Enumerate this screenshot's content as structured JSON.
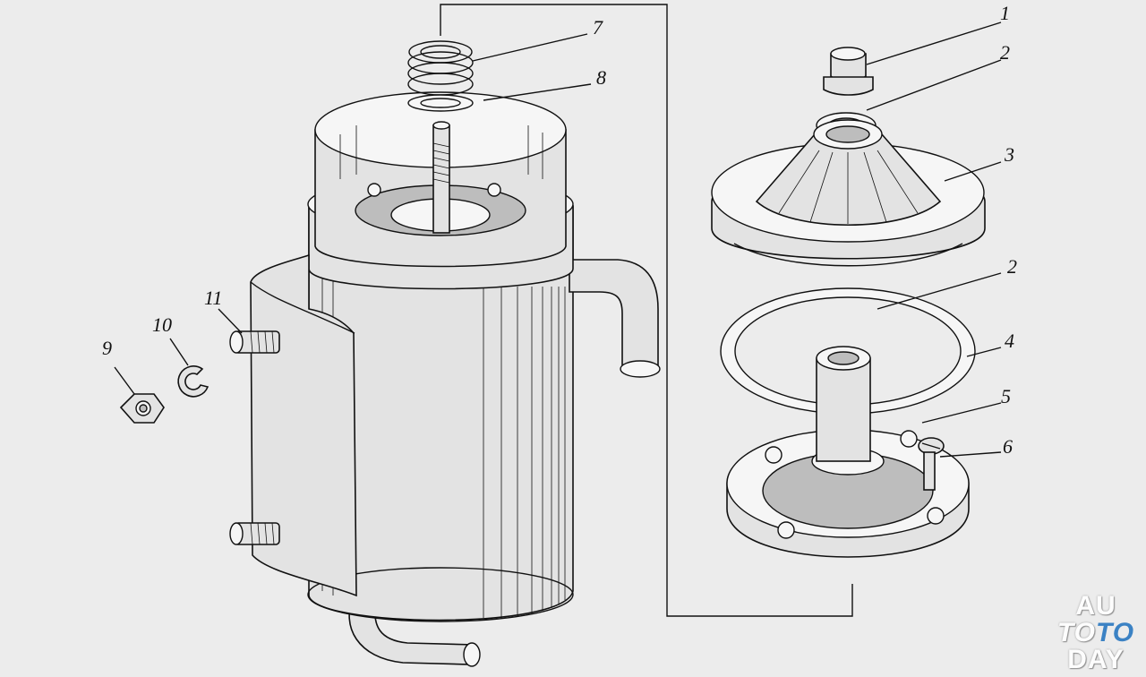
{
  "callouts": [
    "1",
    "2",
    "3",
    "2",
    "4",
    "5",
    "6",
    "7",
    "8",
    "9",
    "10",
    "11"
  ],
  "watermark": {
    "line1": "AU",
    "line2a": "TO",
    "line2b": "TO",
    "line3": "DAY"
  },
  "colors": {
    "background": "#ececec",
    "ink": "#111111",
    "watermark_accent": "#3b82c4"
  }
}
